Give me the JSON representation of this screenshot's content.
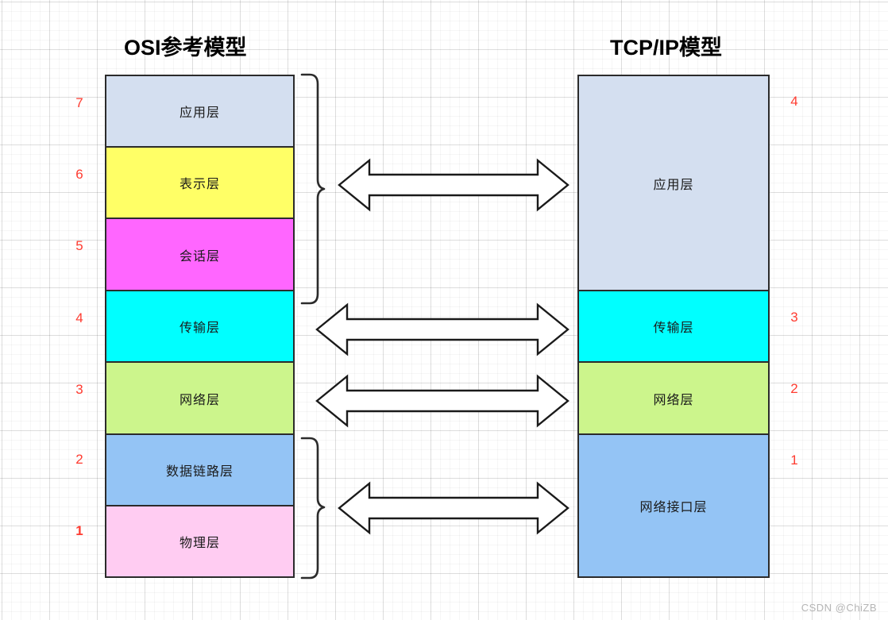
{
  "diagram": {
    "osi": {
      "title": "OSI参考模型",
      "layers": [
        {
          "number": "7",
          "label": "应用层",
          "color": "#d4dff0",
          "number_bold": false
        },
        {
          "number": "6",
          "label": "表示层",
          "color": "#ffff66",
          "number_bold": false
        },
        {
          "number": "5",
          "label": "会话层",
          "color": "#ff66ff",
          "number_bold": false
        },
        {
          "number": "4",
          "label": "传输层",
          "color": "#00ffff",
          "number_bold": false
        },
        {
          "number": "3",
          "label": "网络层",
          "color": "#ccf58c",
          "number_bold": false
        },
        {
          "number": "2",
          "label": "数据链路层",
          "color": "#94c4f5",
          "number_bold": false
        },
        {
          "number": "1",
          "label": "物理层",
          "color": "#ffccf2",
          "number_bold": true
        }
      ]
    },
    "tcpip": {
      "title": "TCP/IP模型",
      "layers": [
        {
          "number": "4",
          "label": "应用层",
          "color": "#d4dff0"
        },
        {
          "number": "3",
          "label": "传输层",
          "color": "#00ffff"
        },
        {
          "number": "2",
          "label": "网络层",
          "color": "#ccf58c"
        },
        {
          "number": "1",
          "label": "网络接口层",
          "color": "#94c4f5"
        }
      ]
    },
    "connectors": {
      "arrows": [
        {
          "name": "application-mapping-arrow"
        },
        {
          "name": "transport-mapping-arrow"
        },
        {
          "name": "network-mapping-arrow"
        },
        {
          "name": "link-mapping-arrow"
        }
      ],
      "braces": [
        {
          "name": "osi-upper-layers-brace"
        },
        {
          "name": "osi-lower-layers-brace"
        }
      ]
    },
    "colors": {
      "border": "#2b2b2b",
      "number_red": "#ff3b30",
      "watermark_gray": "#b5b5b5"
    },
    "watermark": "CSDN @ChiZB"
  }
}
